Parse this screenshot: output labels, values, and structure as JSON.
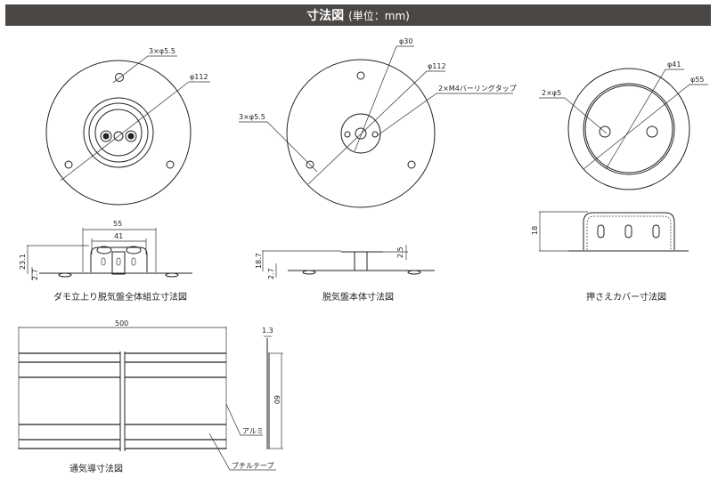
{
  "header": {
    "title": "寸法図",
    "unit": "(単位：mm)"
  },
  "figures": {
    "assembly_top": {
      "labels": {
        "hole": "3×φ5.5",
        "diameter": "φ112"
      }
    },
    "body_top": {
      "labels": {
        "hole": "3×φ5.5",
        "inner": "φ30",
        "diameter": "φ112",
        "tap": "2×M4バーリングタップ"
      }
    },
    "cover_top": {
      "labels": {
        "hole": "2×φ5",
        "inner": "φ41",
        "outer": "φ55"
      }
    },
    "assembly_side": {
      "dims": {
        "width_outer": "55",
        "width_inner": "41",
        "height": "23.1",
        "thickness": "2.7"
      },
      "caption": "ダモ立上り脱気盤全体組立寸法図"
    },
    "body_side": {
      "dims": {
        "height": "18.7",
        "thickness": "2.7",
        "flange": "2.5"
      },
      "caption": "脱気盤本体寸法図"
    },
    "cover_side": {
      "dims": {
        "height": "18"
      },
      "caption": "押さえカバー寸法図"
    },
    "duct": {
      "dims": {
        "length": "500",
        "thickness": "1.3",
        "height": "60"
      },
      "labels": {
        "aluminum": "アルミ",
        "butyl": "ブチルテープ"
      },
      "caption": "通気導寸法図"
    }
  }
}
